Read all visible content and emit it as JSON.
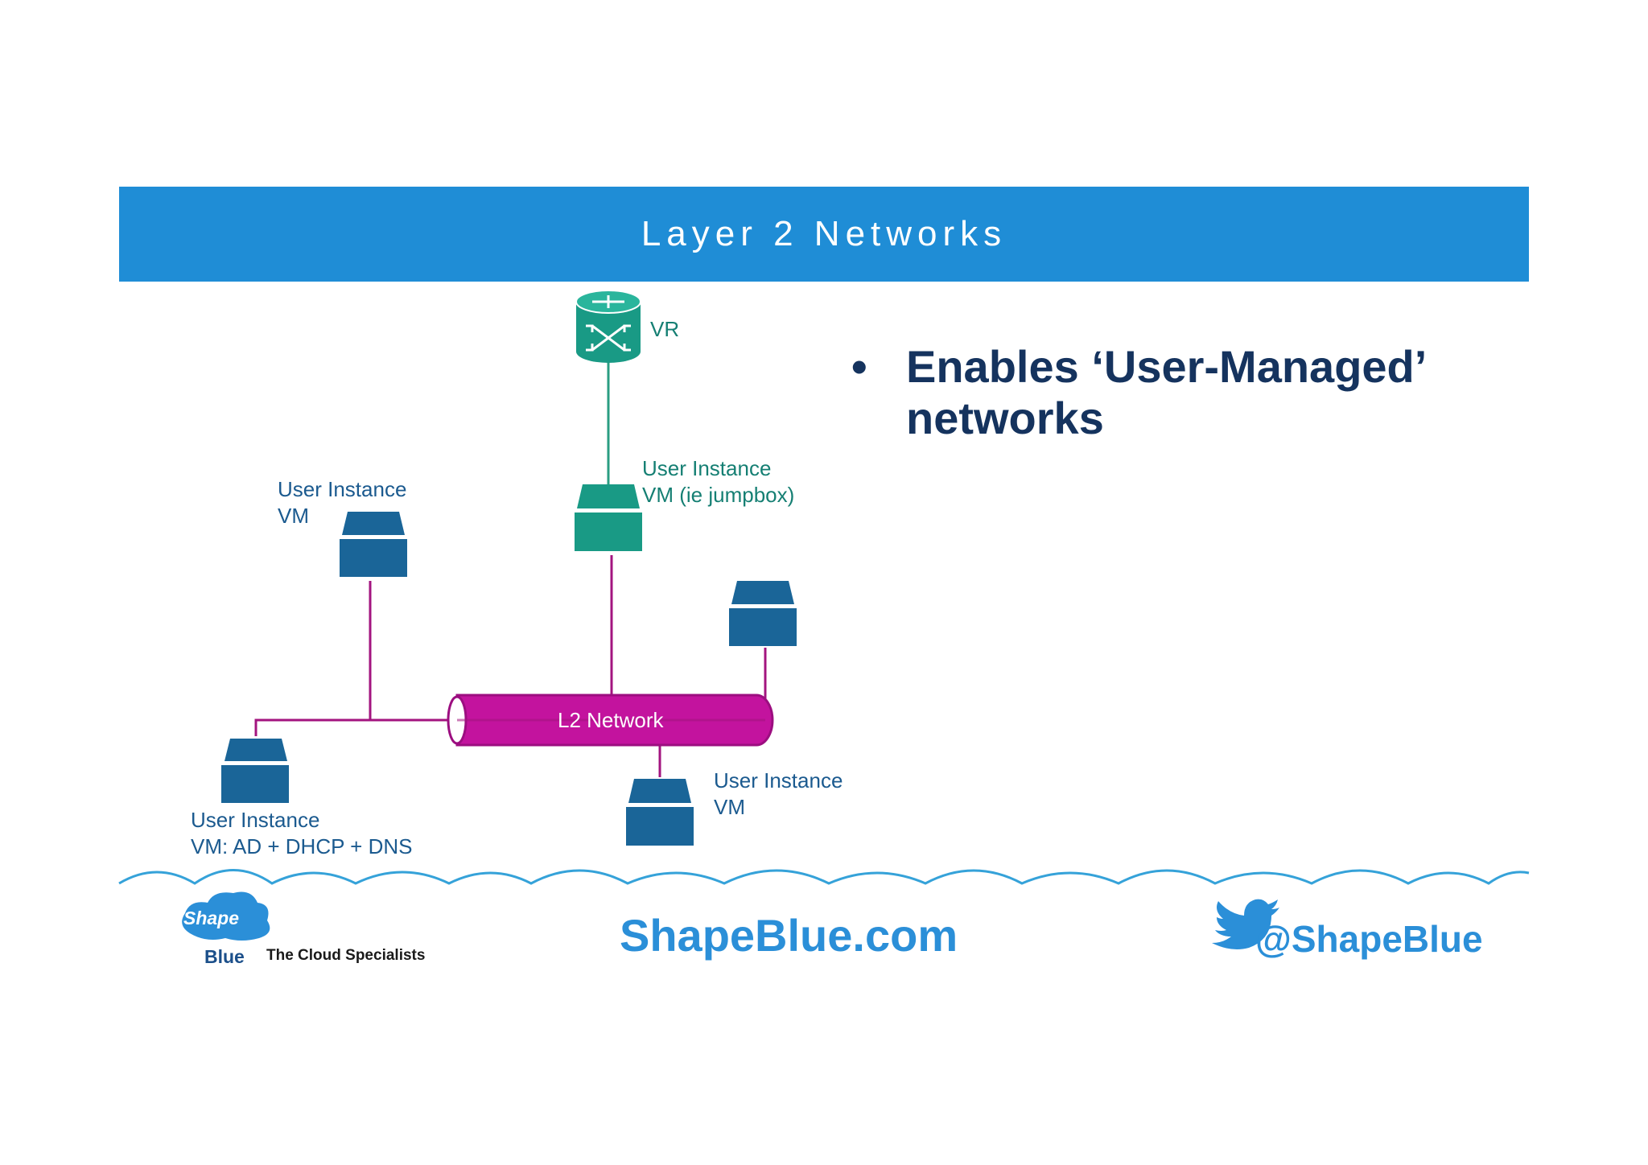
{
  "slide": {
    "title": "Layer 2 Networks",
    "bullet_symbol": "•",
    "bullet_text": "Enables ‘User-Managed’ networks"
  },
  "diagram": {
    "router_label": "VR",
    "jumpbox_label_line1": "User Instance",
    "jumpbox_label_line2": "VM (ie jumpbox)",
    "vm_left_label_line1": "User Instance",
    "vm_left_label_line2": "VM",
    "vm_bottom_right_label_line1": "User Instance",
    "vm_bottom_right_label_line2": "VM",
    "vm_ad_label_line1": "User Instance",
    "vm_ad_label_line2": "VM: AD + DHCP + DNS",
    "network_label": "L2 Network"
  },
  "colors": {
    "title_bar": "#1f8dd6",
    "vm_blue": "#1a6598",
    "vm_teal": "#199a85",
    "l2_magenta": "#c3139e",
    "connector_magenta": "#a3147f",
    "connector_teal": "#2a9d82",
    "bullet_text": "#15335e",
    "cloud_line": "#35a2d9"
  },
  "footer": {
    "logo_top": "Shape",
    "logo_bottom": "Blue",
    "tagline": "The Cloud Specialists",
    "website": "ShapeBlue.com",
    "twitter_handle": "@ShapeBlue",
    "twitter_icon": "twitter-bird-icon"
  }
}
